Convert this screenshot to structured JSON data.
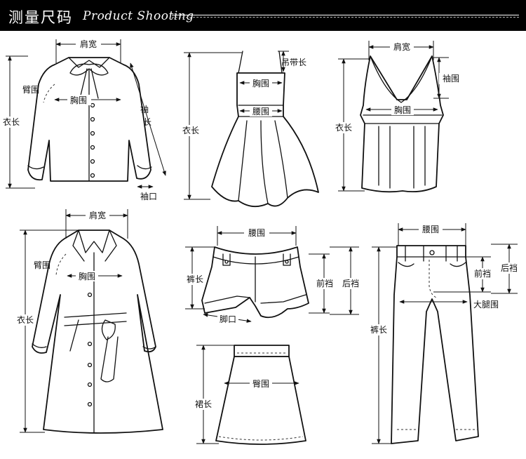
{
  "header": {
    "title_cn": "测量尺码",
    "title_en": "Product Shooting"
  },
  "shirt": {
    "shoulder": "肩宽",
    "arm": "臂围",
    "chest": "胸围",
    "length": "衣长",
    "sleeve_a": "袖",
    "sleeve_b": "长",
    "cuff": "袖口"
  },
  "dress": {
    "strap": "吊带长",
    "chest": "胸围",
    "waist": "腰围",
    "length": "衣长"
  },
  "vest": {
    "shoulder": "肩宽",
    "armhole": "袖围",
    "chest": "胸围",
    "length": "衣长"
  },
  "coat": {
    "shoulder": "肩宽",
    "arm": "臂围",
    "chest": "胸围",
    "length": "衣长"
  },
  "shorts": {
    "waist": "腰围",
    "length": "裤长",
    "front_rise": "前裆",
    "back_rise": "后裆",
    "leg_opening": "脚口"
  },
  "skirt": {
    "hip": "臀围",
    "length": "裙长"
  },
  "pants": {
    "waist": "腰围",
    "front_rise": "前裆",
    "back_rise": "后裆",
    "thigh": "大腿围",
    "length": "裤长"
  }
}
